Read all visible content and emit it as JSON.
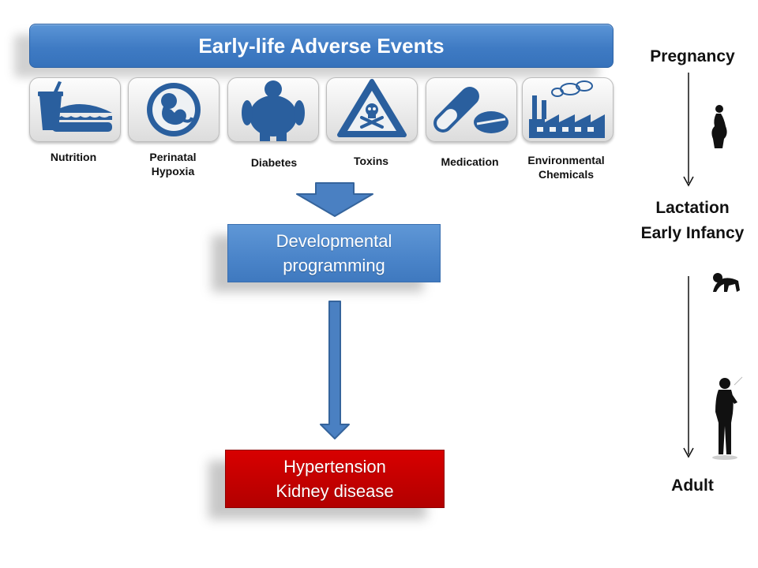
{
  "banner": {
    "title": "Early-life Adverse Events"
  },
  "events": [
    {
      "label": "Nutrition",
      "icon": "food-icon"
    },
    {
      "label": "Perinatal Hypoxia",
      "icon": "fetus-icon"
    },
    {
      "label": "Diabetes",
      "icon": "obesity-icon"
    },
    {
      "label": "Toxins",
      "icon": "toxin-icon"
    },
    {
      "label": "Medication",
      "icon": "pill-icon"
    },
    {
      "label": "Environmental Chemicals",
      "icon": "factory-icon"
    }
  ],
  "process": {
    "line1": "Developmental",
    "line2": "programming"
  },
  "outcome": {
    "line1": "Hypertension",
    "line2": "Kidney disease"
  },
  "timeline": {
    "pregnancy": "Pregnancy",
    "lactation": "Lactation",
    "early_infancy": "Early Infancy",
    "adult": "Adult",
    "icons": [
      "pregnant-woman-icon",
      "crawling-baby-icon",
      "adult-man-icon"
    ]
  },
  "colors": {
    "icon_blue": "#2a5f9e",
    "banner_blue": "#4a86c8",
    "outcome_red": "#c00000"
  }
}
